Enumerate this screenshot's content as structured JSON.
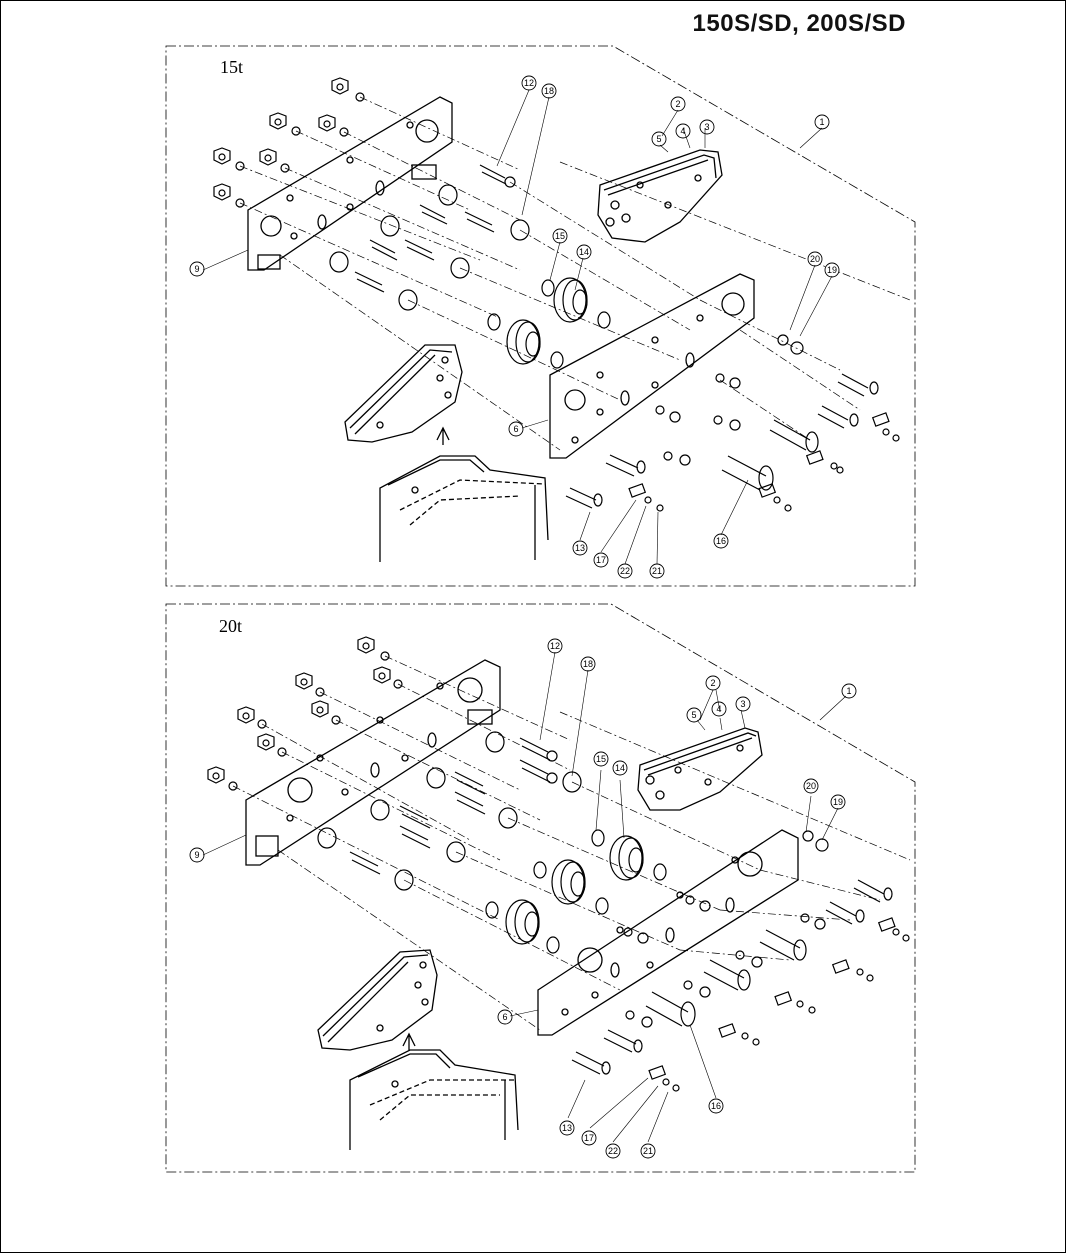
{
  "sheet": {
    "model_title": "150S/SD, 200S/SD"
  },
  "panels": [
    {
      "label": "15t",
      "callouts": [
        "1",
        "2",
        "3",
        "4",
        "5",
        "6",
        "9",
        "12",
        "13",
        "14",
        "15",
        "16",
        "17",
        "18",
        "19",
        "20",
        "21",
        "22"
      ]
    },
    {
      "label": "20t",
      "callouts": [
        "1",
        "2",
        "3",
        "4",
        "5",
        "6",
        "9",
        "12",
        "13",
        "14",
        "15",
        "16",
        "17",
        "18",
        "19",
        "20",
        "21",
        "22"
      ]
    }
  ],
  "colors": {
    "line": "#000000",
    "background": "#ffffff",
    "border": "#000000"
  }
}
